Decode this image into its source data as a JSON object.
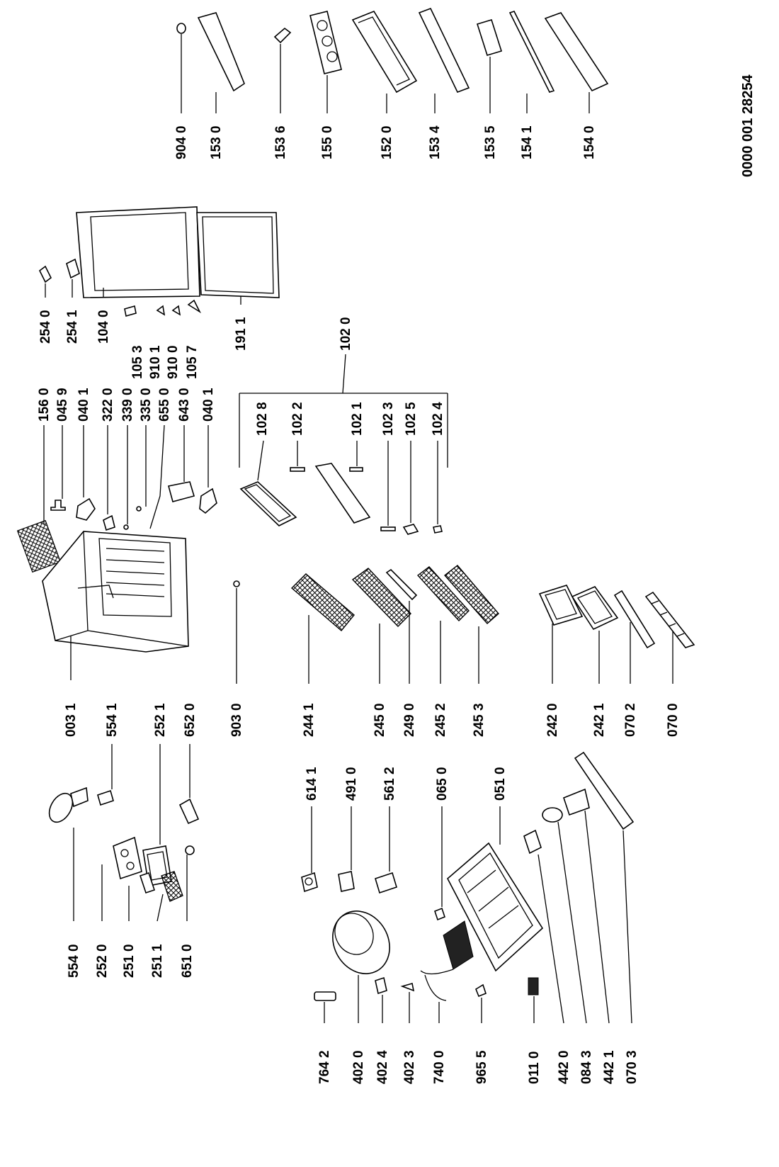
{
  "document_number": "0000 001 28254",
  "labels": {
    "l9040": "904 0",
    "l1530": "153 0",
    "l1536": "153 6",
    "l1550": "155 0",
    "l1520": "152 0",
    "l1534": "153 4",
    "l1535": "153 5",
    "l1541": "154 1",
    "l1540": "154 0",
    "l2540": "254 0",
    "l2541": "254 1",
    "l1040": "104 0",
    "l1053": "105 3",
    "l9101": "910 1",
    "l9100": "910 0",
    "l1057": "105 7",
    "l1911": "191 1",
    "l1560": "156 0",
    "l0459": "045 9",
    "l0401a": "040 1",
    "l3220": "322 0",
    "l3390": "339 0",
    "l3350": "335 0",
    "l6550": "655 0",
    "l6430": "643 0",
    "l0401b": "040 1",
    "l1020": "102 0",
    "l1028": "102 8",
    "l1022": "102 2",
    "l1021": "102 1",
    "l1023": "102 3",
    "l1025": "102 5",
    "l1024": "102 4",
    "l0031": "003 1",
    "l5541": "554 1",
    "l2521": "252 1",
    "l6520": "652 0",
    "l9030": "903 0",
    "l2441": "244 1",
    "l2450": "245 0",
    "l2490": "249 0",
    "l2452": "245 2",
    "l2453": "245 3",
    "l2420": "242 0",
    "l2421": "242 1",
    "l0702": "070 2",
    "l0700": "070 0",
    "l5540": "554 0",
    "l2520": "252 0",
    "l2510": "251 0",
    "l2511": "251 1",
    "l6510": "651 0",
    "l6141": "614 1",
    "l4910": "491 0",
    "l5612": "561 2",
    "l0650": "065 0",
    "l0510": "051 0",
    "l7642": "764 2",
    "l4020": "402 0",
    "l4024": "402 4",
    "l4023": "402 3",
    "l7400": "740 0",
    "l9655": "965 5",
    "l0110": "011 0",
    "l4420": "442 0",
    "l0843": "084 3",
    "l4421": "442 1",
    "l0703": "070 3"
  }
}
